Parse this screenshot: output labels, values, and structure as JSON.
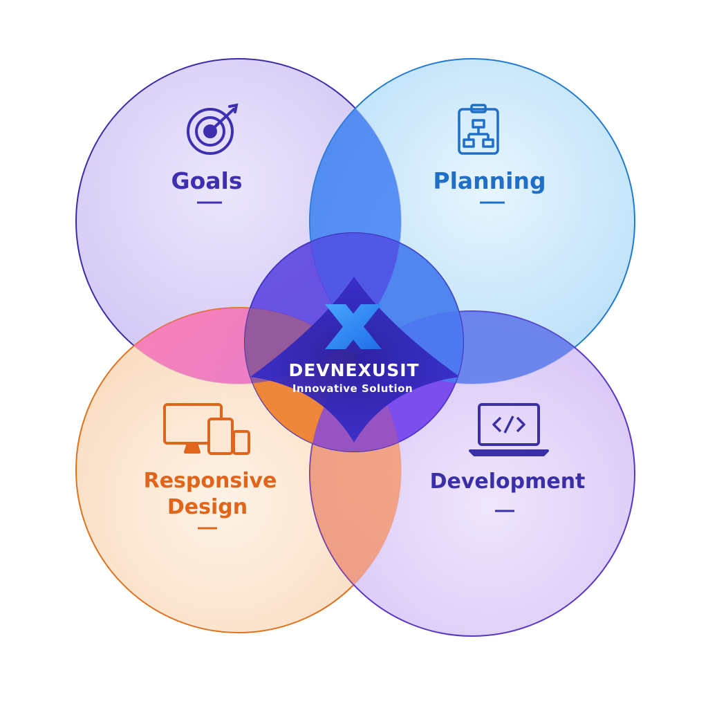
{
  "brand": {
    "name": "DEVNEXUSIT",
    "tagline": "Innovative Solution",
    "logo_icon": "x-logo-icon",
    "logo_color": "#2f8cf5"
  },
  "segments": [
    {
      "id": "goals",
      "label": "Goals",
      "icon": "target-icon",
      "color": "#3d2fb0"
    },
    {
      "id": "planning",
      "label": "Planning",
      "icon": "clipboard-flowchart-icon",
      "color": "#1f6fc9"
    },
    {
      "id": "responsive",
      "label_lines": [
        "Responsive",
        "Design"
      ],
      "icon": "devices-icon",
      "color": "#e0641a"
    },
    {
      "id": "development",
      "label": "Development",
      "icon": "laptop-code-icon",
      "color": "#3a2fa6"
    }
  ]
}
